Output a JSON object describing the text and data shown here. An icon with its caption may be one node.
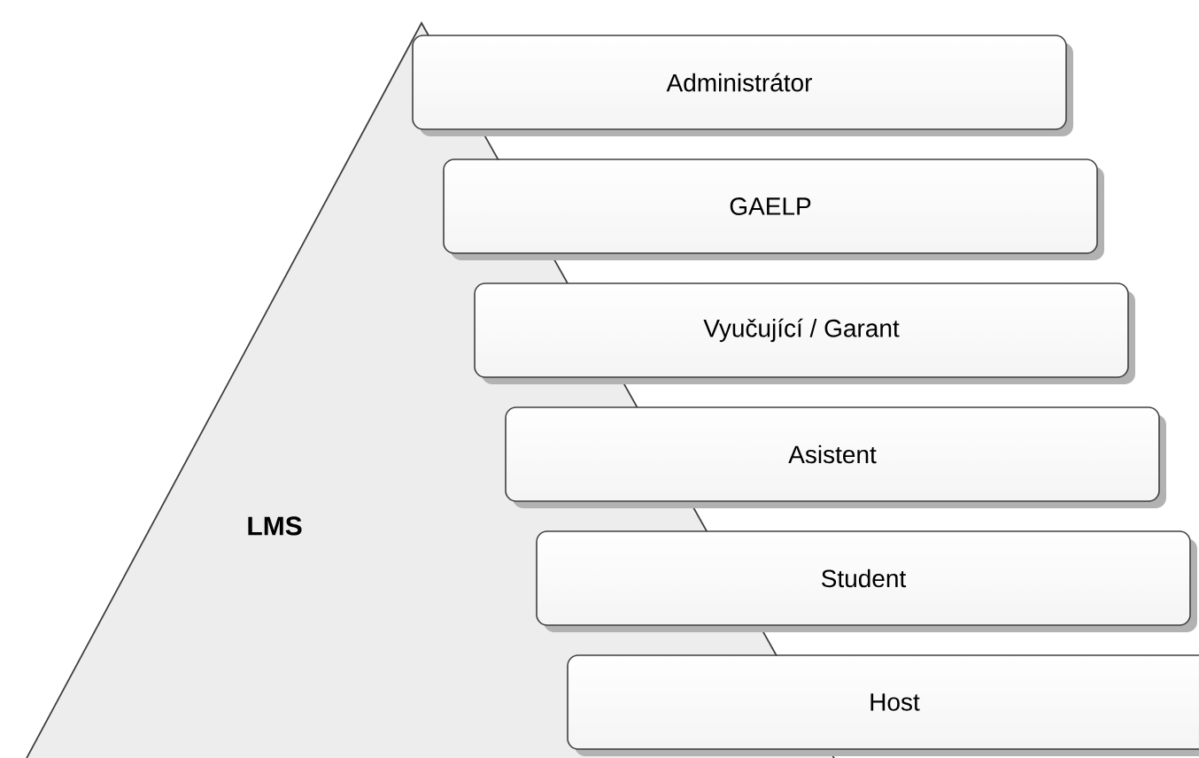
{
  "diagram": {
    "nodes": [
      {
        "text": [
          "LMS"
        ]
      },
      {
        "text": [
          "Administrátor"
        ]
      },
      {
        "text": [
          "GAELP"
        ]
      },
      {
        "text": [
          "Vyučující / Garant"
        ]
      },
      {
        "text": [
          "Asistent"
        ]
      },
      {
        "text": [
          "Student"
        ]
      },
      {
        "text": [
          "Host"
        ]
      }
    ]
  }
}
